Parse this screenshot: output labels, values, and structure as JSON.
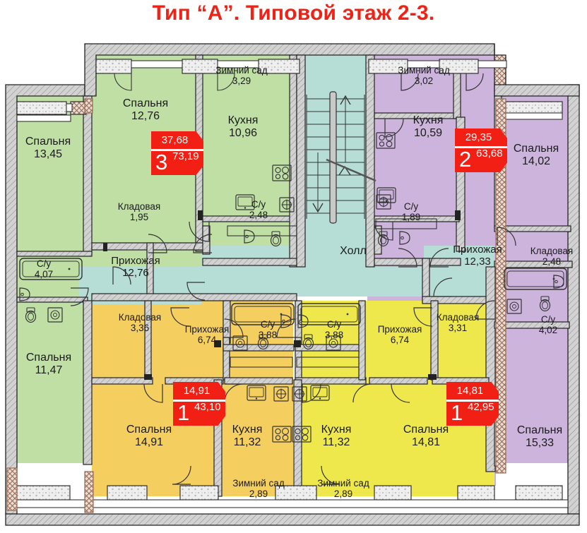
{
  "title": "Тип “А”. Типовой этаж 2-3.",
  "colors": {
    "title_red": "#ee2318",
    "badge_red": "#f21f14",
    "apartment_green": "#bfdfa4",
    "apartment_purple": "#ccb4dd",
    "apartment_orange": "#f5ce60",
    "apartment_yellow": "#eee84c",
    "hall_teal": "#b6ded6",
    "wall_fill": "#d0d0d0",
    "wall_stroke": "#222222",
    "balcony_fill": "#efefef",
    "ink": "#1b1b1b"
  },
  "common": {
    "hall_label": "Холл"
  },
  "apartments": [
    {
      "id": "apt-3-green",
      "color_name": "apartment_green",
      "badge": {
        "rooms": "3",
        "living_area": "37,68",
        "total_area": "73,19"
      },
      "rooms": [
        {
          "name": "Спальня",
          "area": "13,45"
        },
        {
          "name": "Спальня",
          "area": "12,76"
        },
        {
          "name": "Зимний сад",
          "area": "3,29"
        },
        {
          "name": "Кухня",
          "area": "10,96"
        },
        {
          "name": "Кладовая",
          "area": "1,95"
        },
        {
          "name": "С/у",
          "area": "2,48"
        },
        {
          "name": "Прихожая",
          "area": "12,76"
        },
        {
          "name": "С/у",
          "area": "4,07"
        },
        {
          "name": "Спальня",
          "area": "11,47"
        }
      ]
    },
    {
      "id": "apt-2-purple",
      "color_name": "apartment_purple",
      "badge": {
        "rooms": "2",
        "living_area": "29,35",
        "total_area": "63,68"
      },
      "rooms": [
        {
          "name": "Зимний сад",
          "area": "3,02"
        },
        {
          "name": "Кухня",
          "area": "10,59"
        },
        {
          "name": "Спальня",
          "area": "14,02"
        },
        {
          "name": "С/у",
          "area": "1,89"
        },
        {
          "name": "Прихожая",
          "area": "12,33"
        },
        {
          "name": "Кладовая",
          "area": "2,48"
        },
        {
          "name": "С/у",
          "area": "4,02"
        },
        {
          "name": "Спальня",
          "area": "15,33"
        }
      ]
    },
    {
      "id": "apt-1-orange",
      "color_name": "apartment_orange",
      "badge": {
        "rooms": "1",
        "living_area": "14,91",
        "total_area": "43,10"
      },
      "rooms": [
        {
          "name": "Кладовая",
          "area": "3,36"
        },
        {
          "name": "Прихожая",
          "area": "6,74"
        },
        {
          "name": "С/у",
          "area": "3,88"
        },
        {
          "name": "Спальня",
          "area": "14,91"
        },
        {
          "name": "Кухня",
          "area": "11,32"
        },
        {
          "name": "Зимний сад",
          "area": "2,89"
        }
      ]
    },
    {
      "id": "apt-1-yellow",
      "color_name": "apartment_yellow",
      "badge": {
        "rooms": "1",
        "living_area": "14,81",
        "total_area": "42,95"
      },
      "rooms": [
        {
          "name": "С/у",
          "area": "3,88"
        },
        {
          "name": "Прихожая",
          "area": "6,74"
        },
        {
          "name": "Кладовая",
          "area": "3,31"
        },
        {
          "name": "Кухня",
          "area": "11,32"
        },
        {
          "name": "Спальня",
          "area": "14,81"
        },
        {
          "name": "Зимний сад",
          "area": "2,89"
        }
      ]
    }
  ],
  "labels": {
    "g_bed1_name": "Спальня",
    "g_bed1_area": "13,45",
    "g_bed2_name": "Спальня",
    "g_bed2_area": "12,76",
    "g_wg_name": "Зимний сад",
    "g_wg_area": "3,29",
    "g_kit_name": "Кухня",
    "g_kit_area": "10,96",
    "g_sto_name": "Кладовая",
    "g_sto_area": "1,95",
    "g_wc1_name": "С/у",
    "g_wc1_area": "2,48",
    "g_hall_name": "Прихожая",
    "g_hall_area": "12,76",
    "g_wc2_name": "С/у",
    "g_wc2_area": "4,07",
    "g_bed3_name": "Спальня",
    "g_bed3_area": "11,47",
    "p_wg_name": "Зимний сад",
    "p_wg_area": "3,02",
    "p_kit_name": "Кухня",
    "p_kit_area": "10,59",
    "p_bed1_name": "Спальня",
    "p_bed1_area": "14,02",
    "p_wc1_name": "С/у",
    "p_wc1_area": "1,89",
    "p_hall_name": "Прихожая",
    "p_hall_area": "12,33",
    "p_sto_name": "Кладовая",
    "p_sto_area": "2,48",
    "p_wc2_name": "С/у",
    "p_wc2_area": "4,02",
    "p_bed2_name": "Спальня",
    "p_bed2_area": "15,33",
    "o_sto_name": "Кладовая",
    "o_sto_area": "3,36",
    "o_hall_name": "Прихожая",
    "o_hall_area": "6,74",
    "o_wc_name": "С/у",
    "o_wc_area": "3,88",
    "o_bed_name": "Спальня",
    "o_bed_area": "14,91",
    "o_kit_name": "Кухня",
    "o_kit_area": "11,32",
    "o_wg_name": "Зимний сад",
    "o_wg_area": "2,89",
    "y_wc_name": "С/у",
    "y_wc_area": "3,88",
    "y_hall_name": "Прихожая",
    "y_hall_area": "6,74",
    "y_sto_name": "Кладовая",
    "y_sto_area": "3,31",
    "y_kit_name": "Кухня",
    "y_kit_area": "11,32",
    "y_bed_name": "Спальня",
    "y_bed_area": "14,81",
    "y_wg_name": "Зимний сад",
    "y_wg_area": "2,89",
    "hall": "Холл"
  },
  "badges": {
    "green": {
      "rooms": "3",
      "living": "37,68",
      "total": "73,19"
    },
    "purple": {
      "rooms": "2",
      "living": "29,35",
      "total": "63,68"
    },
    "orange": {
      "rooms": "1",
      "living": "14,91",
      "total": "43,10"
    },
    "yellow": {
      "rooms": "1",
      "living": "14,81",
      "total": "42,95"
    }
  },
  "icons": [
    "bathtub-icon",
    "toilet-icon",
    "sink-icon",
    "washing-machine-icon",
    "stove-icon",
    "kitchen-sink-icon",
    "stairs-icon",
    "arrow-up-icon",
    "arrow-down-icon",
    "door-swing-icon"
  ]
}
